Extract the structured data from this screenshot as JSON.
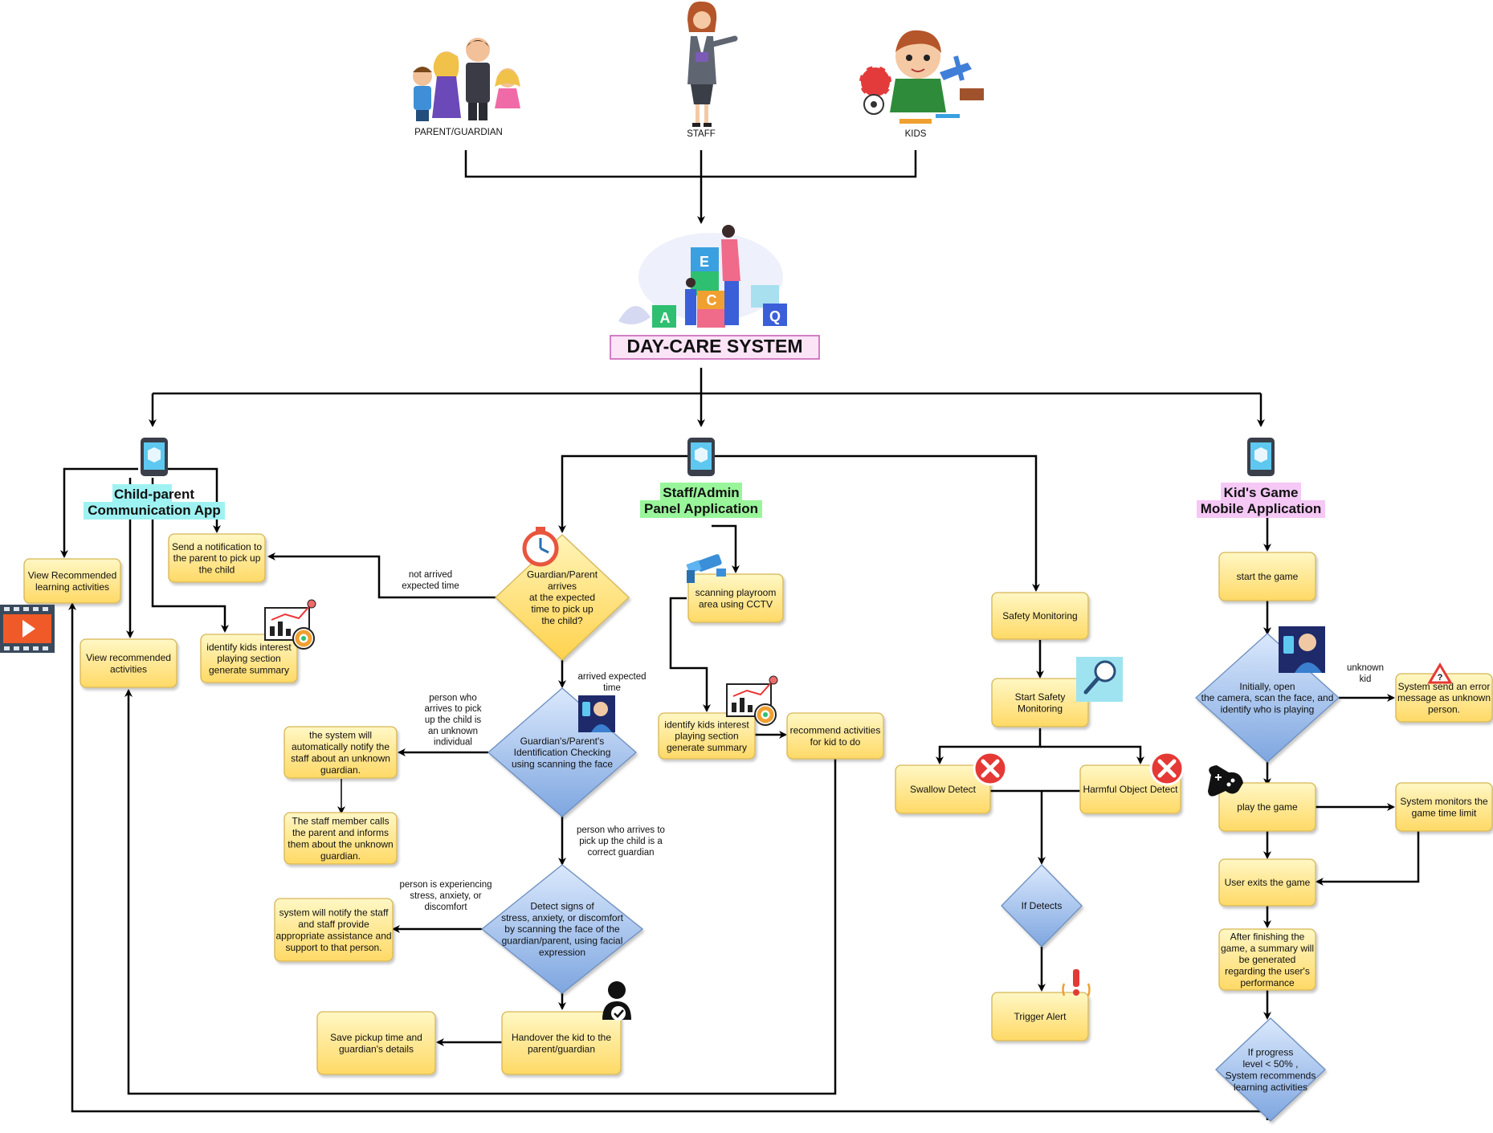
{
  "actors": {
    "parent": "PARENT/GUARDIAN",
    "staff": "STAFF",
    "kids": "KIDS"
  },
  "system_title": "DAY-CARE SYSTEM",
  "logo_letters": [
    "E",
    "A",
    "C",
    "Q"
  ],
  "apps": {
    "child_parent": [
      "Child-parent",
      "Communication App"
    ],
    "staff_admin": [
      "Staff/Admin",
      "Panel Application"
    ],
    "kids_game": [
      "Kid's Game",
      "Mobile Application"
    ]
  },
  "nodes": {
    "view_recommended_learning": [
      "View Recommended",
      "learning activities"
    ],
    "send_notification": [
      "Send a notification to",
      "the parent to pick up",
      "the child"
    ],
    "view_recommended_activities": [
      "View recommended",
      "activities"
    ],
    "identify_interest_left": [
      "identify kids interest",
      "playing section",
      "generate summary"
    ],
    "guardian_arrives": [
      "Guardian/Parent",
      "arrives",
      "at the expected",
      "time to pick up",
      "the child?"
    ],
    "id_checking": [
      "Guardian's/Parent's",
      "Identification Checking",
      "using scanning the face"
    ],
    "notify_unknown": [
      "the system will",
      "automatically notify the",
      "staff about an unknown",
      "guardian."
    ],
    "staff_calls": [
      "The staff member calls",
      "the parent and informs",
      "them about the unknown",
      "guardian."
    ],
    "detect_stress": [
      "Detect signs of",
      "stress, anxiety, or discomfort",
      "by scanning the face of the",
      "guardian/parent, using facial",
      "expression"
    ],
    "notify_staff_assist": [
      "system will notify the staff",
      "and staff provide",
      "appropriate assistance and",
      "support to that person."
    ],
    "handover": [
      "Handover the kid to the",
      "parent/guardian"
    ],
    "save_pickup": [
      "Save pickup time and",
      "guardian's details"
    ],
    "scanning_cctv": [
      "scanning playroom",
      "area using CCTV"
    ],
    "identify_interest_mid": [
      "identify kids interest",
      "playing section",
      "generate summary"
    ],
    "recommend_activities": [
      "recommend activities",
      "for kid to do"
    ],
    "safety_monitoring": [
      "Safety Monitoring"
    ],
    "start_safety": [
      "Start Safety",
      "Monitoring"
    ],
    "swallow_detect": [
      "Swallow Detect"
    ],
    "harmful_detect": [
      "Harmful Object Detect"
    ],
    "if_detects": [
      "If Detects"
    ],
    "trigger_alert": [
      "Trigger Alert"
    ],
    "start_game": [
      "start the game"
    ],
    "open_camera": [
      "Initially, open",
      "the camera, scan the face, and",
      "identify who is playing"
    ],
    "error_message": [
      "System send an error",
      "message as unknown",
      "person."
    ],
    "play_game": [
      "play the game"
    ],
    "monitor_time": [
      "System monitors the",
      "game time limit"
    ],
    "user_exits": [
      "User exits the game"
    ],
    "summary": [
      "After finishing the",
      "game, a summary will",
      "be generated",
      "regarding the user's",
      "performance"
    ],
    "progress_check": [
      "If progress",
      "level < 50% ,",
      "System recommends",
      "learning activities"
    ]
  },
  "edge_labels": {
    "not_arrived": [
      "not arrived",
      "expected time"
    ],
    "arrived": [
      "arrived expected",
      "time"
    ],
    "unknown_person": [
      "person who",
      "arrives to pick",
      "up the child is",
      "an unknown",
      "individual"
    ],
    "correct_guardian": [
      "person who arrives to",
      "pick up the child is a",
      "correct guardian"
    ],
    "stress_person": [
      "person is experiencing",
      "stress, anxiety, or",
      "discomfort"
    ],
    "unknown_kid": [
      "unknown",
      "kid"
    ]
  },
  "icons": [
    "family-icon",
    "teacher-icon",
    "kid-playing-icon",
    "daycare-logo-icon",
    "phone-app-icon",
    "timer-icon",
    "face-scan-icon",
    "user-check-icon",
    "cctv-camera-icon",
    "analytics-chart-icon",
    "magnifier-icon",
    "error-x-icon",
    "alarm-icon",
    "gamepad-icon",
    "warning-icon",
    "video-player-icon"
  ],
  "colors": {
    "node_fill": "#fff2a8",
    "node_stroke": "#d6b656",
    "decision_yellow": "#ffd966",
    "decision_blue": "#a9c4eb",
    "decision_stroke": "#6c8ebf",
    "title_bg": "#fce4f7",
    "title_border": "#c45ab3",
    "label_cyan": "#9ff2f2",
    "label_green": "#99f59a",
    "label_pink": "#f5c8f5"
  }
}
